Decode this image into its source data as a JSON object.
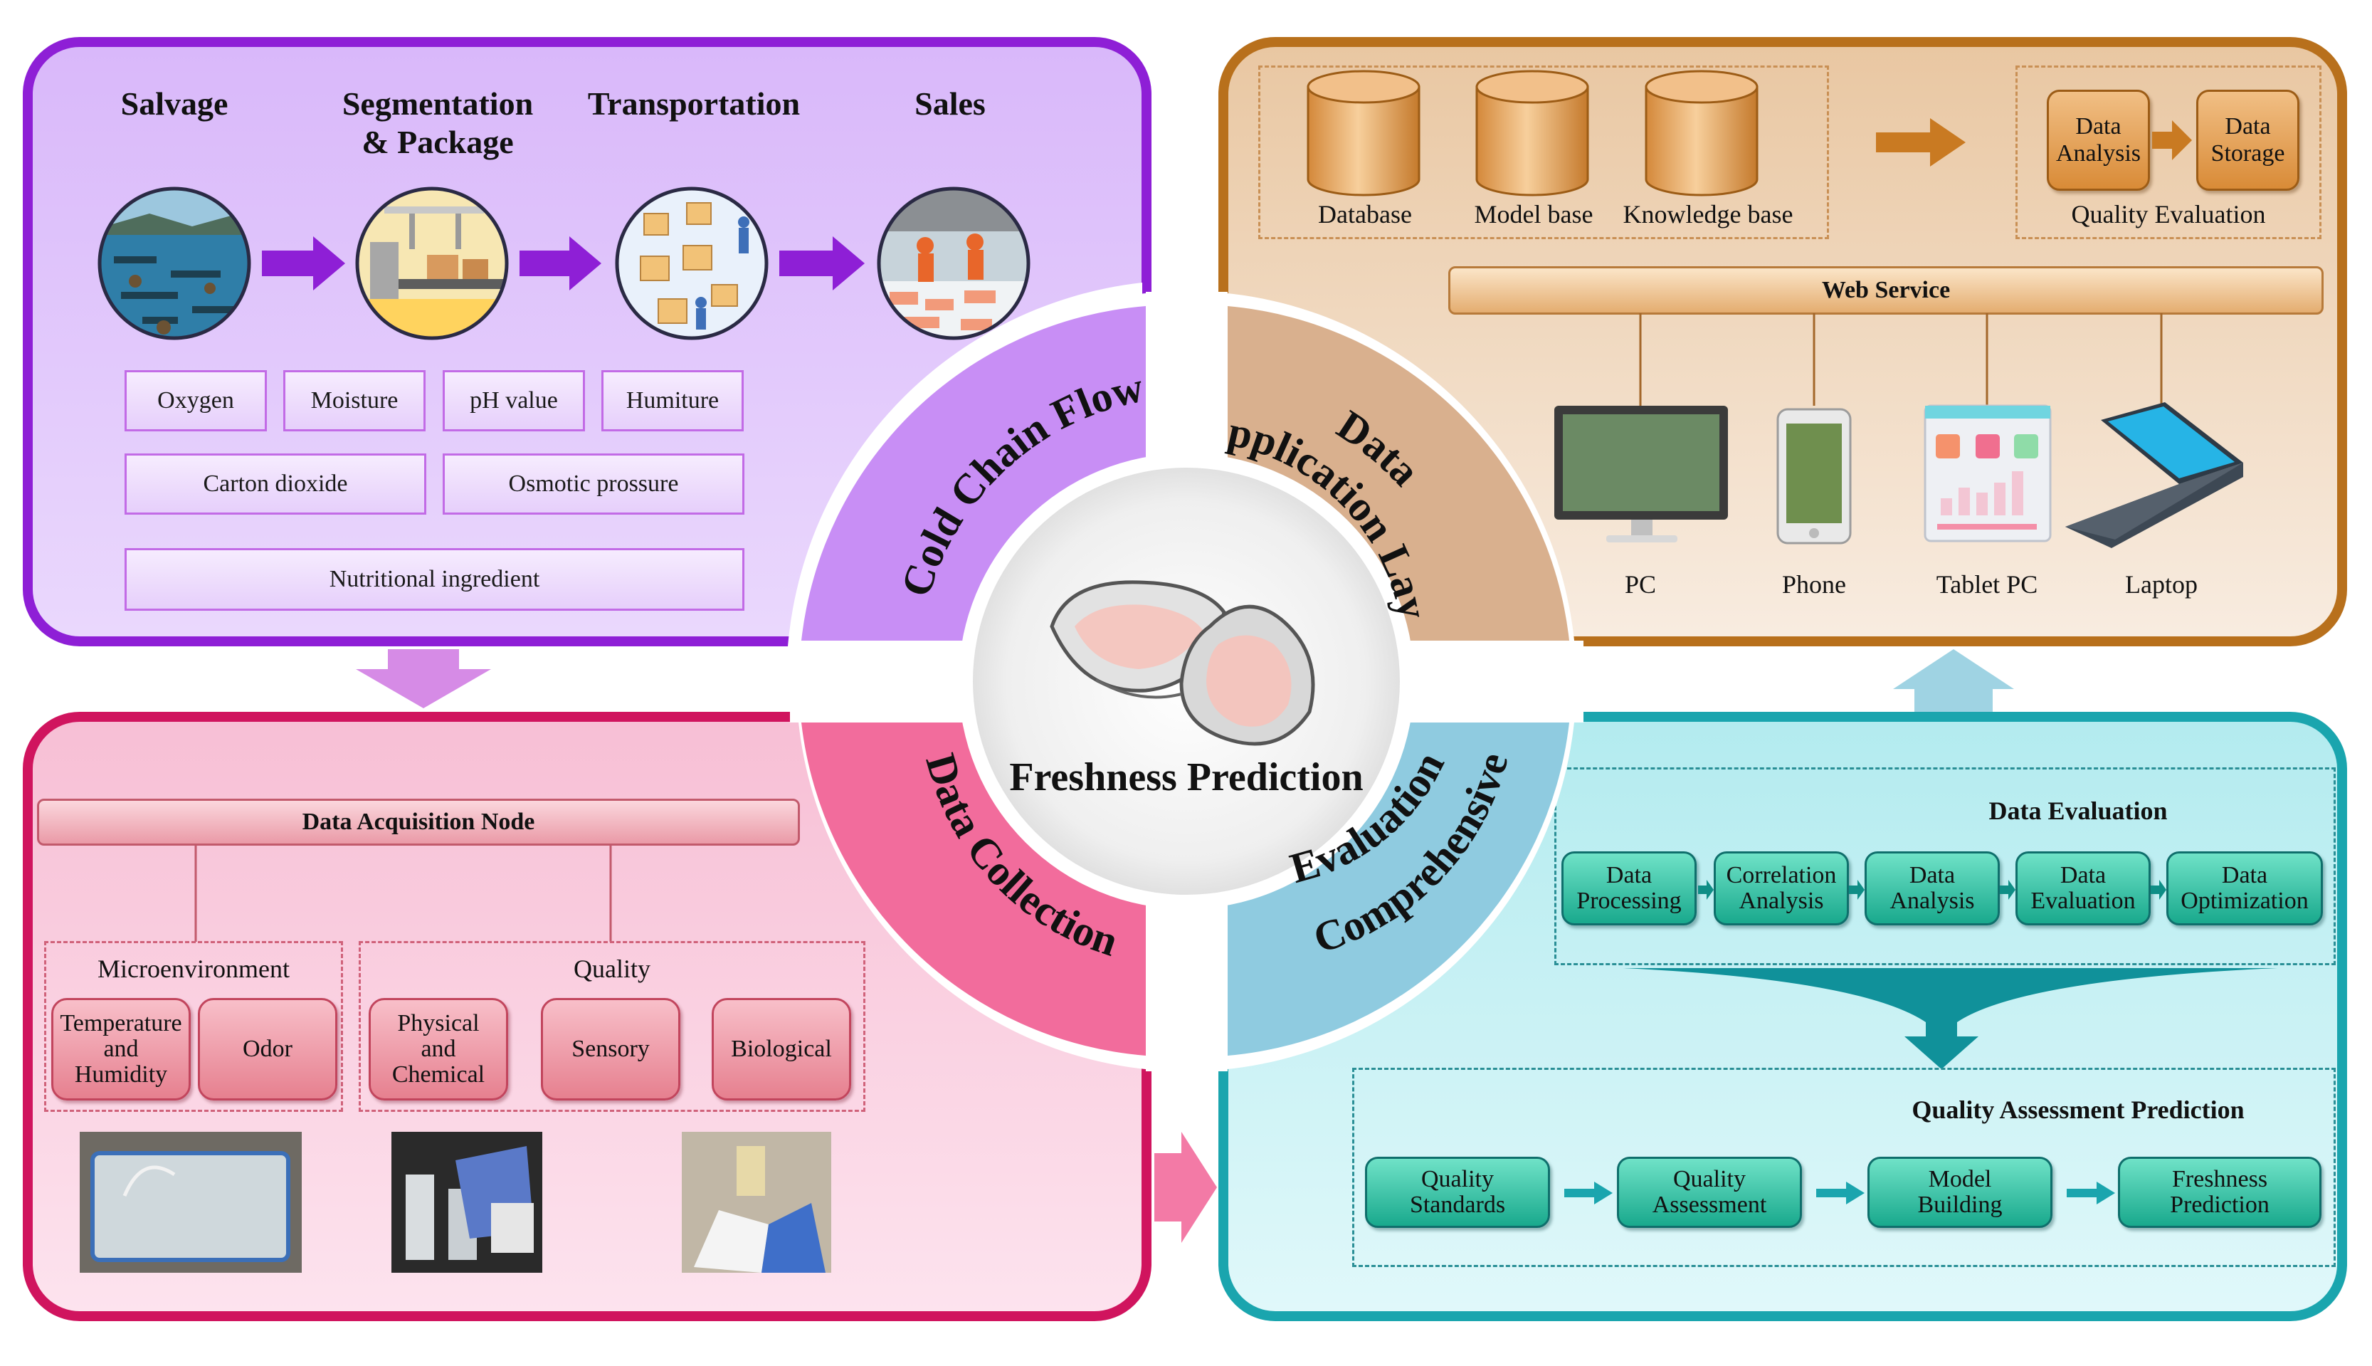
{
  "center": {
    "title": "Freshness Prediction"
  },
  "ring": {
    "cold_chain": "Cold Chain Flow",
    "data_app_line1": "Data",
    "data_app_line2": "Application Layer",
    "data_collection": "Data Collection",
    "comp_line1": "Comprehensive",
    "comp_line2": "Evaluation"
  },
  "cold_chain": {
    "stages": [
      "Salvage",
      "Segmentation",
      "& Package",
      "Transportation",
      "Sales"
    ],
    "factors": [
      "Oxygen",
      "Moisture",
      "pH value",
      "Humiture",
      "Carton dioxide",
      "Osmotic prossure",
      "Nutritional ingredient"
    ]
  },
  "app_layer": {
    "stores": [
      "Database",
      "Model base",
      "Knowledge base"
    ],
    "analysis": "Data\nAnalysis",
    "storage": "Data\nStorage",
    "quality_evaluation": "Quality Evaluation",
    "web_service": "Web Service",
    "devices": [
      "PC",
      "Phone",
      "Tablet PC",
      "Laptop"
    ]
  },
  "collection": {
    "node": "Data Acquisition Node",
    "micro_title": "Microenvironment",
    "quality_title": "Quality",
    "micro_items": [
      "Temperature\nand\nHumidity",
      "Odor"
    ],
    "quality_items": [
      "Physical\nand\nChemical",
      "Sensory",
      "Biological"
    ]
  },
  "evaluation": {
    "data_eval_title": "Data Evaluation",
    "steps": [
      "Data\nProcessing",
      "Correlation\nAnalysis",
      "Data\nAnalysis",
      "Data\nEvaluation",
      "Data\nOptimization"
    ],
    "qap_title": "Quality Assessment Prediction",
    "pred_steps": [
      "Quality\nStandards",
      "Quality\nAssessment",
      "Model\nBuilding",
      "Freshness\nPrediction"
    ]
  },
  "colors": {
    "cold": "#8e1fd6",
    "app": "#b8701c",
    "collection": "#d0145e",
    "evaluation": "#1aa5ae"
  }
}
